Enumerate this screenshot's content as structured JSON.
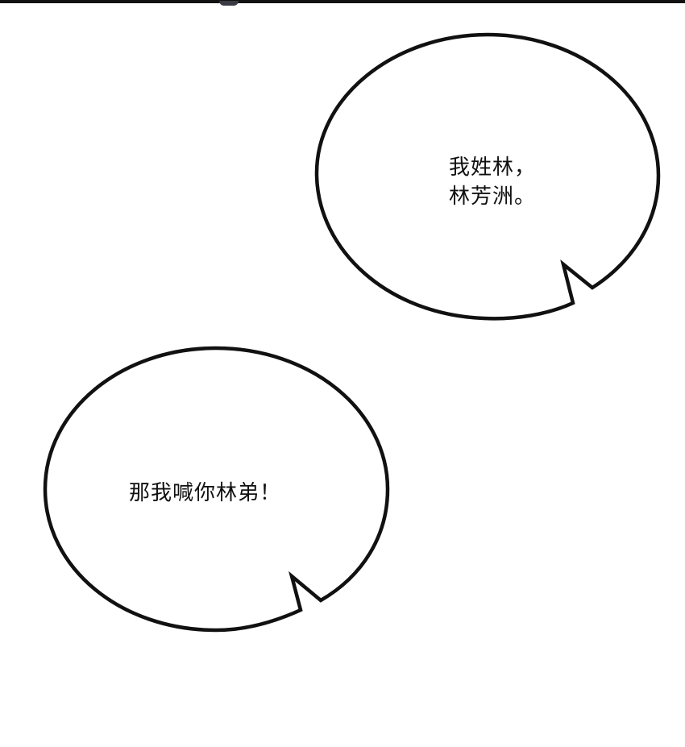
{
  "page": {
    "background": "#ffffff",
    "ink": "#111111"
  },
  "top_strip": {
    "color": "#111111"
  },
  "bubbles": [
    {
      "lines": [
        "我姓林，",
        "林芳洲。"
      ]
    },
    {
      "lines": [
        "那我喊你林弟！"
      ]
    }
  ]
}
